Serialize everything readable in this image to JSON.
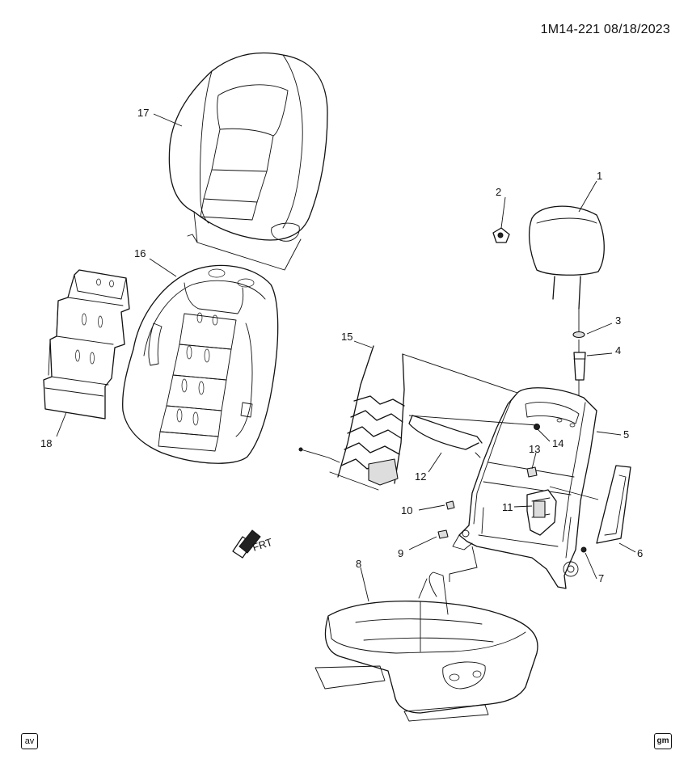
{
  "header": {
    "diagram_ref": "1M14-221  08/18/2023"
  },
  "callouts": {
    "c1": "1",
    "c2": "2",
    "c3": "3",
    "c4": "4",
    "c5": "5",
    "c6": "6",
    "c7": "7",
    "c8": "8",
    "c9": "9",
    "c10": "10",
    "c11": "11",
    "c12": "12",
    "c13": "13",
    "c14": "14",
    "c15": "15",
    "c16": "16",
    "c17": "17",
    "c18": "18"
  },
  "front_indicator": "FRT",
  "footer": {
    "left_badge": "av",
    "right_badge": "gm"
  }
}
